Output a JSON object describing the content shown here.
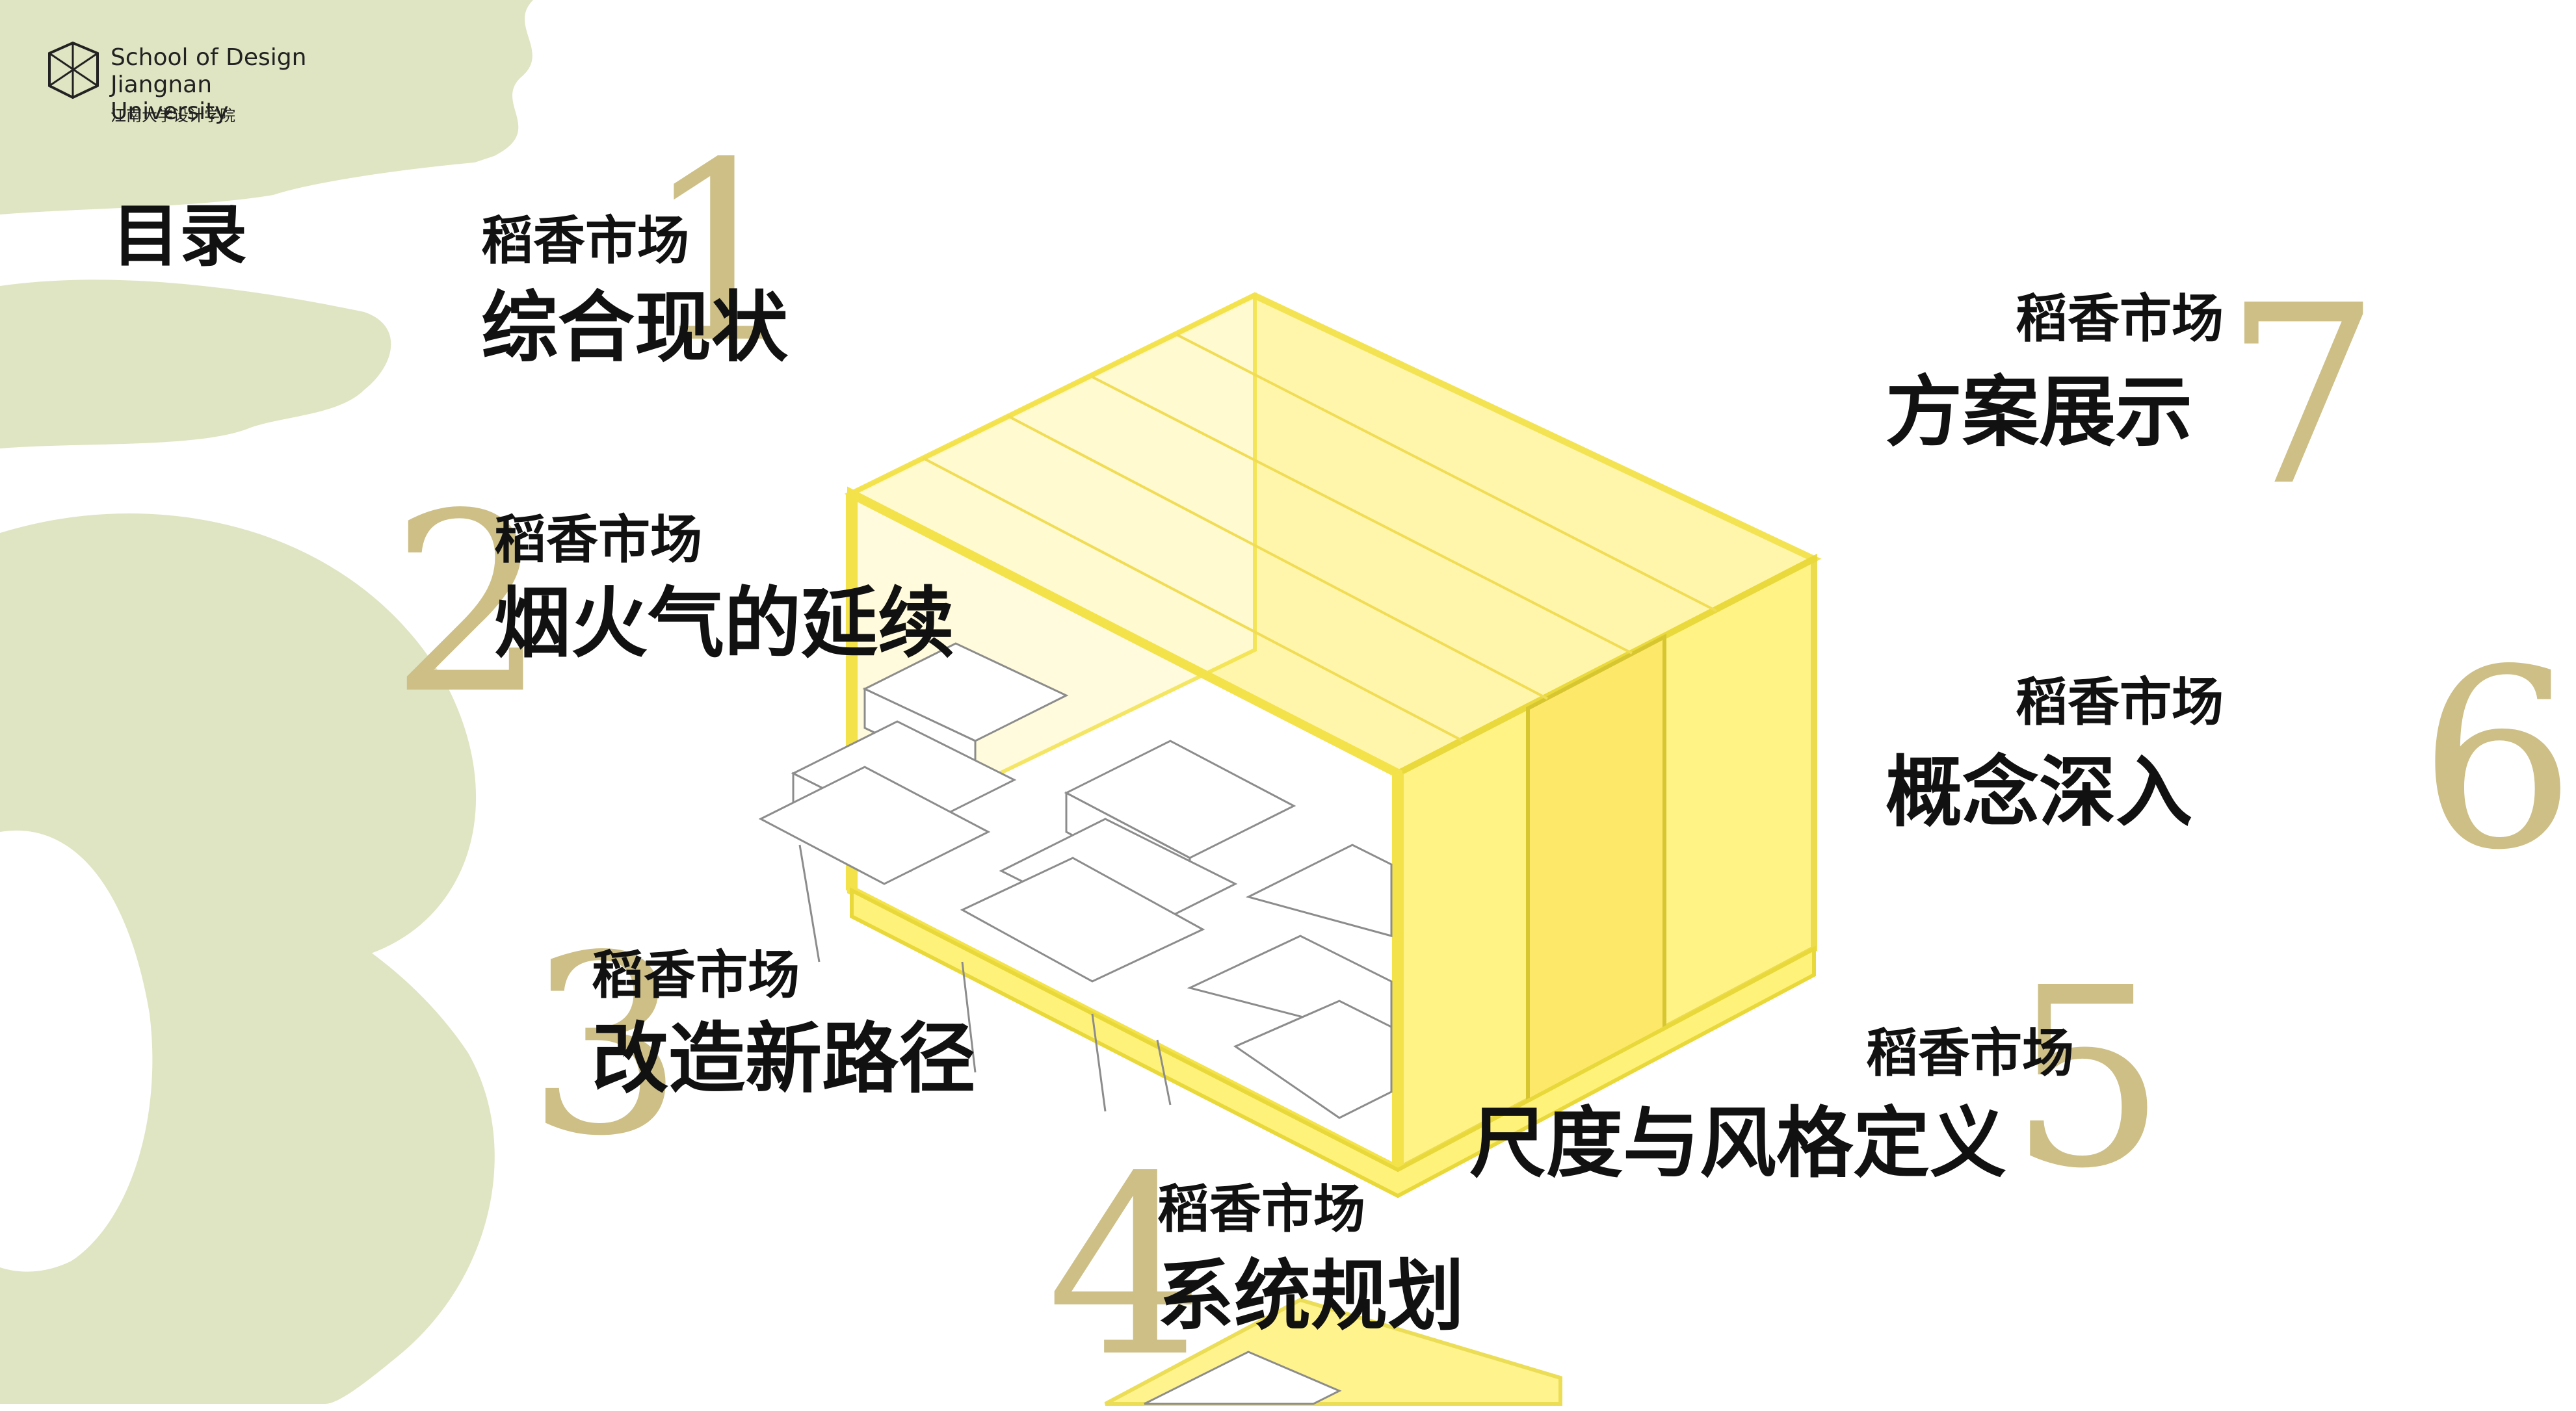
{
  "logo": {
    "name_line1": "School of Design",
    "name_line2": "Jiangnan University",
    "name_cn": "江南大学设计学院"
  },
  "page": {
    "title": "目录"
  },
  "colors": {
    "accent_green": "#dfe5c2",
    "number_gold": "#cdbf86",
    "container_yellow": "#fff27a"
  },
  "toc": [
    {
      "number": "1",
      "subtitle": "稻香市场",
      "title": "综合现状"
    },
    {
      "number": "2",
      "subtitle": "稻香市场",
      "title": "烟火气的延续"
    },
    {
      "number": "3",
      "subtitle": "稻香市场",
      "title": "改造新路径"
    },
    {
      "number": "4",
      "subtitle": "稻香市场",
      "title": "系统规划"
    },
    {
      "number": "5",
      "subtitle": "稻香市场",
      "title": "尺度与风格定义"
    },
    {
      "number": "6",
      "subtitle": "稻香市场",
      "title": "概念深入"
    },
    {
      "number": "7",
      "subtitle": "稻香市场",
      "title": "方案展示"
    }
  ]
}
